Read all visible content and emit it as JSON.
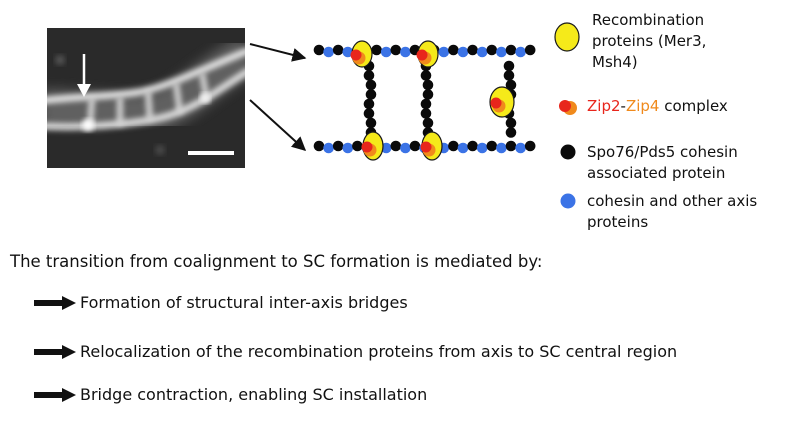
{
  "micrograph": {
    "description_icon": "fluorescence-micrograph"
  },
  "legend": {
    "recombination": "Recombination proteins (Mer3, Msh4)",
    "recombination_lines": [
      "Recombination",
      "proteins (Mer3,",
      "Msh4)"
    ],
    "zip_part1": "Zip2",
    "zip_dash": "-",
    "zip_part2": "Zip4",
    "zip_suffix": " complex",
    "spo_lines": [
      "Spo76/Pds5 cohesin",
      "associated protein"
    ],
    "cohesin_lines": [
      "cohesin and other axis",
      "proteins"
    ]
  },
  "colors": {
    "recombination": "#f5ea1a",
    "zip2": "#e8261c",
    "zip4": "#f08a1c",
    "black_bead": "#0a0a0a",
    "blue_bead": "#3b73e6"
  },
  "intro_text": "The transition from coalignment to SC formation is mediated by:",
  "bullets": [
    "Formation of structural inter-axis bridges",
    "Relocalization  of the recombination proteins from axis to SC central region",
    "Bridge contraction, enabling SC installation"
  ]
}
